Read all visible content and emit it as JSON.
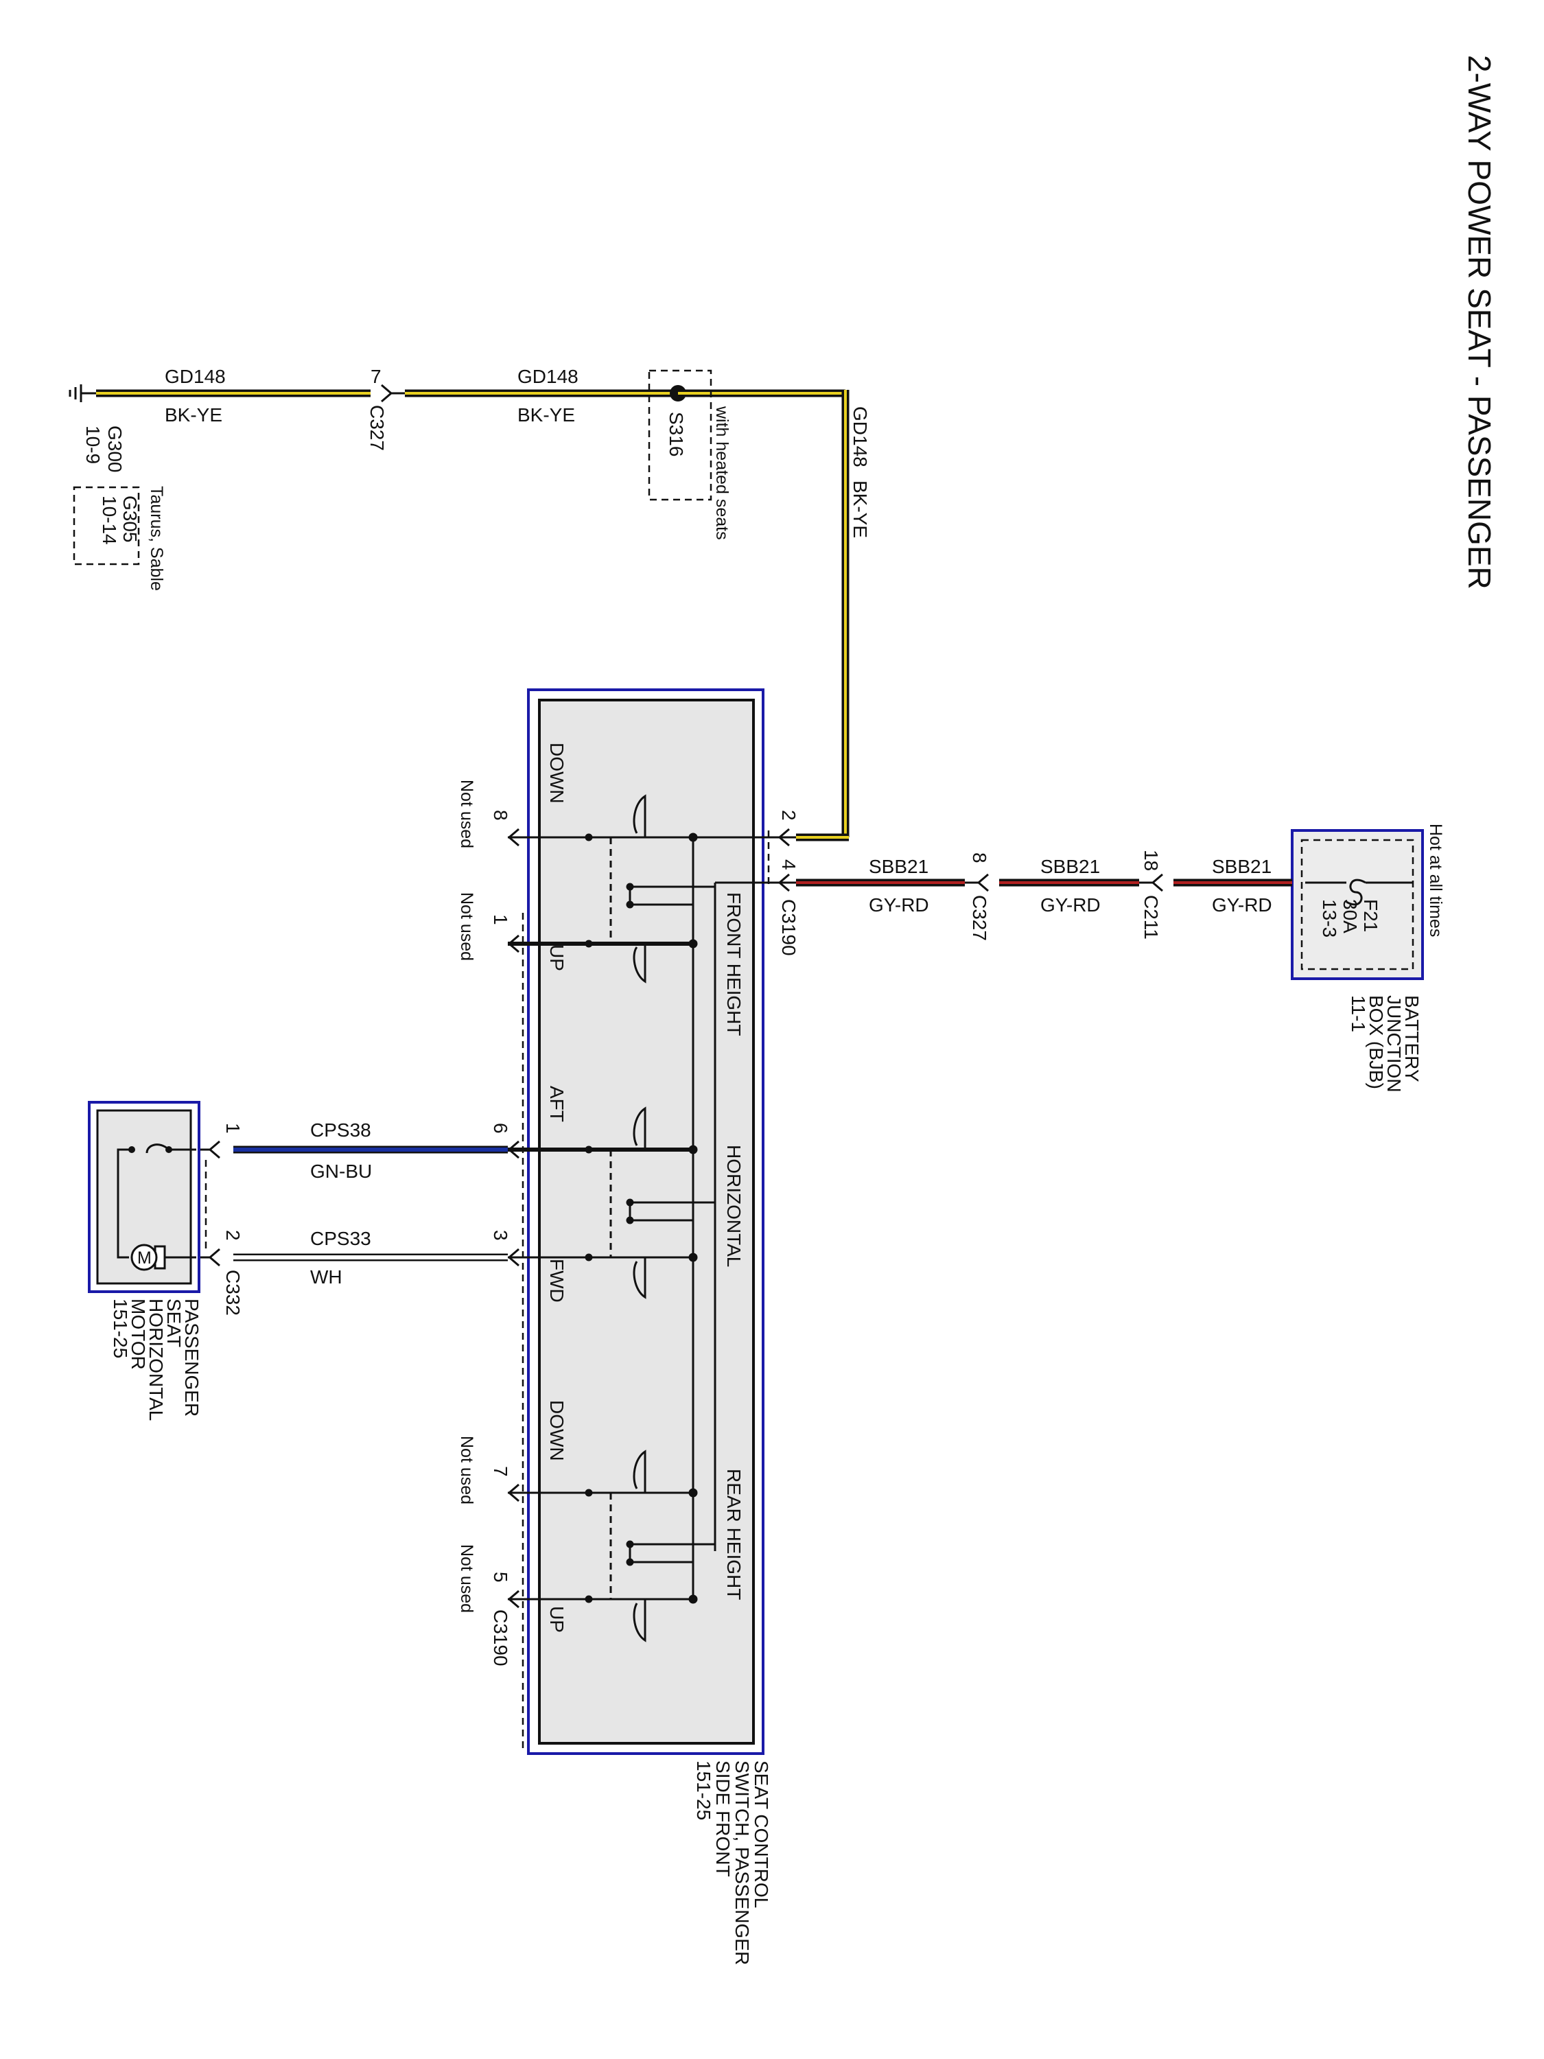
{
  "title": "2-WAY POWER SEAT - PASSENGER",
  "colors": {
    "module_outline": "#1a1aa8",
    "module_fill": "#e6e6e6",
    "wire_bk_ye": "#e8d020",
    "wire_gy_rd": "#b02020",
    "wire_gn_bu": "#1830a0",
    "wire_wh": "#ffffff"
  },
  "power": {
    "note": "Hot at all times",
    "fuse": "F21",
    "amps": "30A",
    "fuse_ref": "13-3",
    "box_name": [
      "BATTERY",
      "JUNCTION",
      "BOX (BJB)",
      "11-1"
    ]
  },
  "ground": {
    "g300": "G300",
    "g300_ref": "10-9",
    "g305": "G305",
    "g305_ref": "10-14",
    "g305_note": "Taurus, Sable"
  },
  "splice": {
    "name": "S316",
    "note": "with heated seats"
  },
  "wires": {
    "gd148": "GD148",
    "bk_ye": "BK-YE",
    "sbb21": "SBB21",
    "gy_rd": "GY-RD",
    "cps38": "CPS38",
    "gn_bu": "GN-BU",
    "cps33": "CPS33",
    "wh": "WH"
  },
  "connectors": {
    "c327": "C327",
    "c211": "C211",
    "c3190": "C3190",
    "c332": "C332"
  },
  "pins": {
    "c327_ground": "7",
    "c327_power": "8",
    "c211": "18",
    "c3190_2": "2",
    "c3190_4": "4",
    "c3190_8": "8",
    "c3190_1": "1",
    "c3190_6": "6",
    "c3190_3": "3",
    "c3190_7": "7",
    "c3190_5": "5",
    "c332_1": "1",
    "c332_2": "2"
  },
  "switch": {
    "name": [
      "SEAT CONTROL",
      "SWITCH, PASSENGER",
      "SIDE FRONT",
      "151-25"
    ],
    "sections": [
      "FRONT HEIGHT",
      "HORIZONTAL",
      "REAR HEIGHT"
    ],
    "positions": [
      "DOWN",
      "UP",
      "AFT",
      "FWD",
      "DOWN",
      "UP"
    ],
    "not_used": "Not used"
  },
  "motor": {
    "symbol": "M",
    "name": [
      "PASSENGER",
      "SEAT",
      "HORIZONTAL",
      "MOTOR",
      "151-25"
    ]
  }
}
